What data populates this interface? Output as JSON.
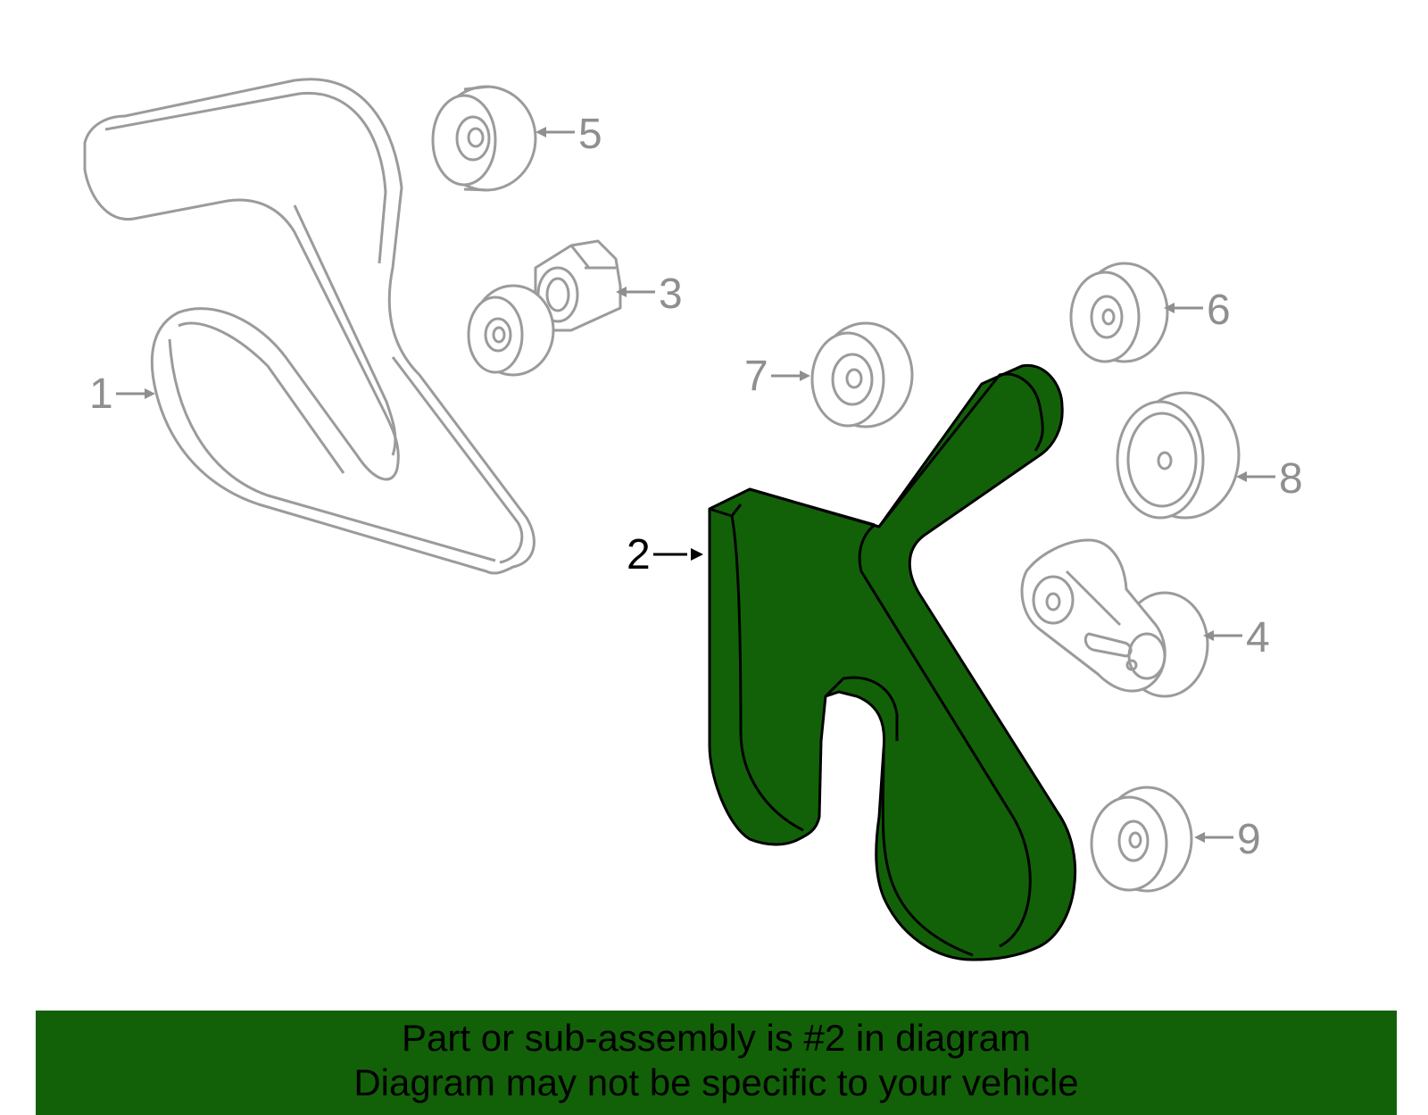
{
  "callouts": [
    {
      "number": "1",
      "highlighted": false
    },
    {
      "number": "2",
      "highlighted": true
    },
    {
      "number": "3",
      "highlighted": false
    },
    {
      "number": "4",
      "highlighted": false
    },
    {
      "number": "5",
      "highlighted": false
    },
    {
      "number": "6",
      "highlighted": false
    },
    {
      "number": "7",
      "highlighted": false
    },
    {
      "number": "8",
      "highlighted": false
    },
    {
      "number": "9",
      "highlighted": false
    }
  ],
  "banner": {
    "line1": "Part or sub-assembly is #2 in diagram",
    "line2": "Diagram may not be specific to your vehicle"
  },
  "colors": {
    "highlight_fill": "#126108",
    "banner_fill": "#126108",
    "part_outline": "#9b9b9b",
    "callout_gray": "#8f8f8f",
    "callout_active": "#000000"
  }
}
